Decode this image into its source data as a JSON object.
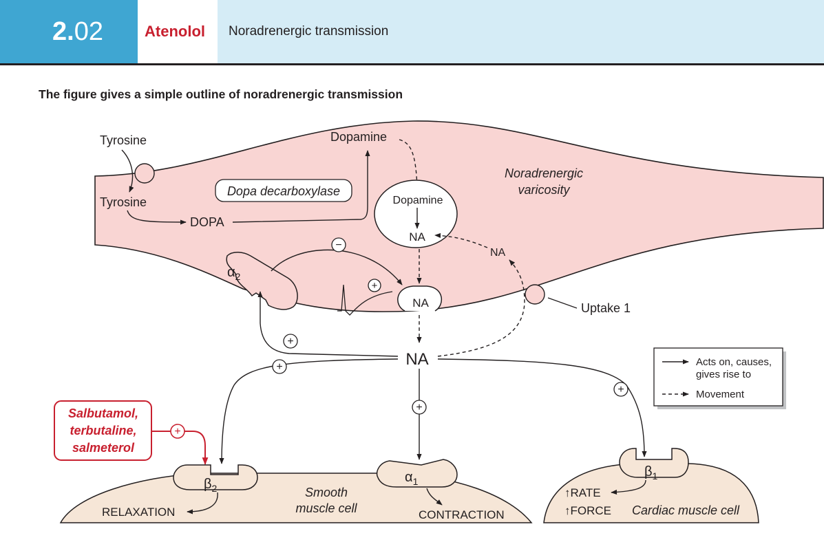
{
  "header": {
    "chapter_number_major": "2.",
    "chapter_number_minor": "02",
    "drug_name": "Atenolol",
    "topic": "Noradrenergic transmission"
  },
  "intro": "The figure gives a simple outline of noradrenergic transmission",
  "neuron": {
    "label_line1": "Noradrenergic",
    "label_line2": "varicosity",
    "tyrosine_outside": "Tyrosine",
    "tyrosine_inside": "Tyrosine",
    "dopa": "DOPA",
    "enzyme": "Dopa decarboxylase",
    "dopamine_cyto": "Dopamine",
    "vesicle_dopamine": "Dopamine",
    "vesicle_na": "NA",
    "released_na": "NA",
    "reuptake_na": "NA",
    "uptake_label": "Uptake 1",
    "alpha2": "α2"
  },
  "synapse": {
    "na": "NA",
    "plus": "+",
    "minus": "−"
  },
  "drug_box": {
    "line1": "Salbutamol,",
    "line2": "terbutaline,",
    "line3": "salmeterol"
  },
  "smooth_muscle": {
    "beta2": "β2",
    "alpha1": "α1",
    "cell_label_line1": "Smooth",
    "cell_label_line2": "muscle cell",
    "relaxation": "RELAXATION",
    "contraction": "CONTRACTION"
  },
  "cardiac": {
    "beta1": "β1",
    "rate": "↑RATE",
    "force": "↑FORCE",
    "cell_label": "Cardiac muscle cell"
  },
  "legend": {
    "acts_line1": "Acts on, causes,",
    "acts_line2": "gives rise to",
    "movement": "Movement"
  },
  "colors": {
    "header_blue": "#3fa6d2",
    "header_light": "#d5ecf6",
    "drug_red": "#c8202f",
    "neuron_pink": "#f9d5d3",
    "muscle_beige": "#f6e6d7",
    "line": "#231f20"
  }
}
